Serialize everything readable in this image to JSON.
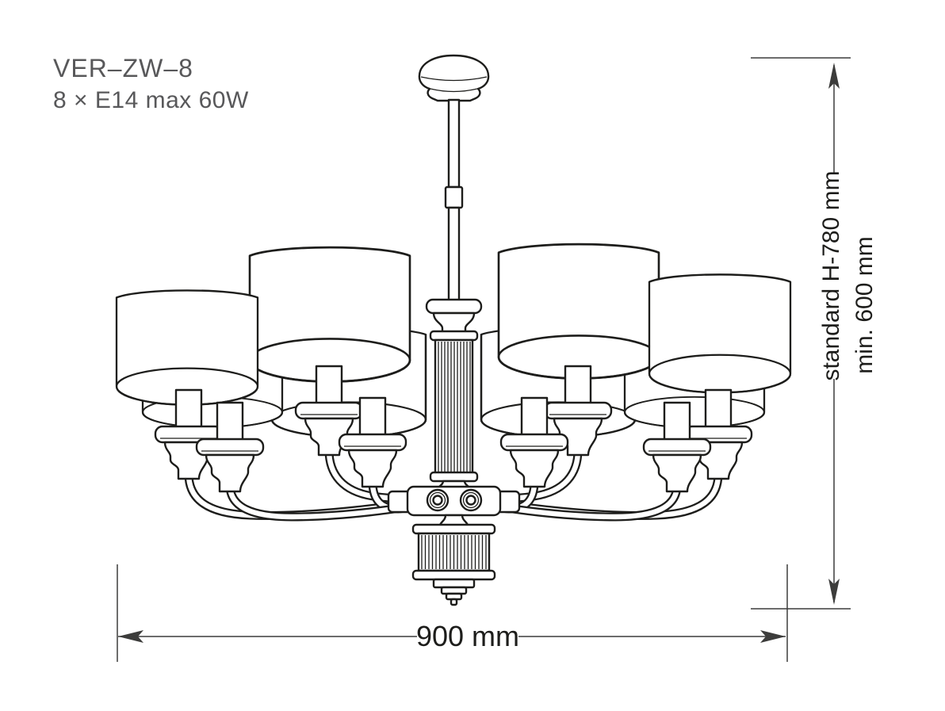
{
  "product": {
    "code": "VER–ZW–8",
    "lamp_spec": "8 × E14 max 60W"
  },
  "dimensions": {
    "width_label": "900 mm",
    "height_standard_label": "standard H-780 mm",
    "height_min_label": "min. 600 mm"
  },
  "colors": {
    "line": "#1d1d1b",
    "dimension": "#3c3c3b",
    "label_text": "#58585a",
    "background": "#ffffff"
  }
}
